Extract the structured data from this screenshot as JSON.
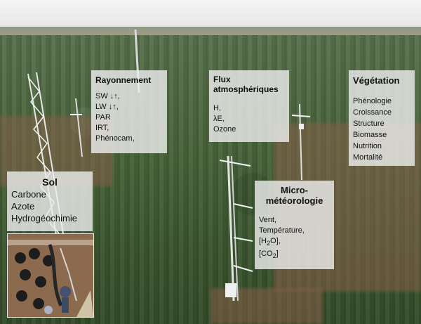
{
  "labels": {
    "sol": {
      "title": "Sol",
      "lines": [
        "Carbone",
        "Azote",
        "Hydrogéochimie"
      ]
    },
    "rayonnement": {
      "title": "Rayonnement",
      "lines": [
        "SW ↓↑,",
        "LW ↓↑,",
        "PAR",
        "IRT,",
        "Phénocam,"
      ]
    },
    "flux": {
      "title_lines": [
        "Flux",
        "atmosphériques"
      ],
      "lines": [
        "H,",
        "λE,",
        "Ozone"
      ]
    },
    "vegetation": {
      "title": "Végétation",
      "lines": [
        "Phénologie",
        "Croissance",
        "Structure",
        "Biomasse",
        "Nutrition",
        "Mortalité"
      ]
    },
    "micro": {
      "title_lines": [
        "Micro-",
        "météorologie"
      ],
      "lines": [
        "Vent,",
        "Température,",
        "[H",
        "O],",
        "[CO",
        "]"
      ]
    }
  },
  "subscripts": {
    "h2o": "2",
    "co2": "2"
  },
  "colors": {
    "forest": "#4b6640",
    "label_background": "#ebebeb",
    "text": "#111111"
  }
}
